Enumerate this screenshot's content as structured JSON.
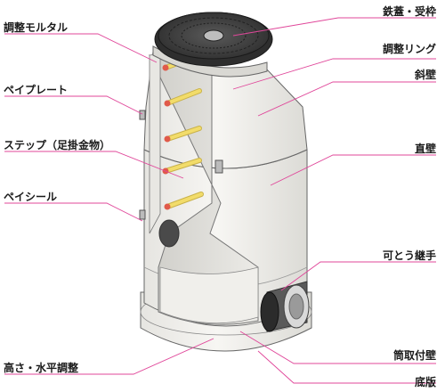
{
  "labels_left": [
    {
      "id": "adjusting-mortar",
      "text": "調整モルタル"
    },
    {
      "id": "pay-plate",
      "text": "ペイプレート"
    },
    {
      "id": "step",
      "text": "ステップ（足掛金物）"
    },
    {
      "id": "pay-seal",
      "text": "ペイシール"
    },
    {
      "id": "height-level-adjust",
      "text": "高さ・水平調整"
    }
  ],
  "labels_right": [
    {
      "id": "iron-cover-frame",
      "text": "鉄蓋・受枠"
    },
    {
      "id": "adjusting-ring",
      "text": "調整リング"
    },
    {
      "id": "slope-wall",
      "text": "斜壁"
    },
    {
      "id": "straight-wall",
      "text": "直壁"
    },
    {
      "id": "flexible-joint",
      "text": "可とう継手"
    },
    {
      "id": "pipe-fitting-wall",
      "text": "筒取付壁"
    },
    {
      "id": "bottom-slab",
      "text": "底版"
    }
  ],
  "colors": {
    "leader": "#e0479a",
    "body": "#f1f0ec",
    "outline": "#555555",
    "cover": "#3a3a3a",
    "step": "#f2dc6a",
    "step_tip": "#e05a4a"
  }
}
